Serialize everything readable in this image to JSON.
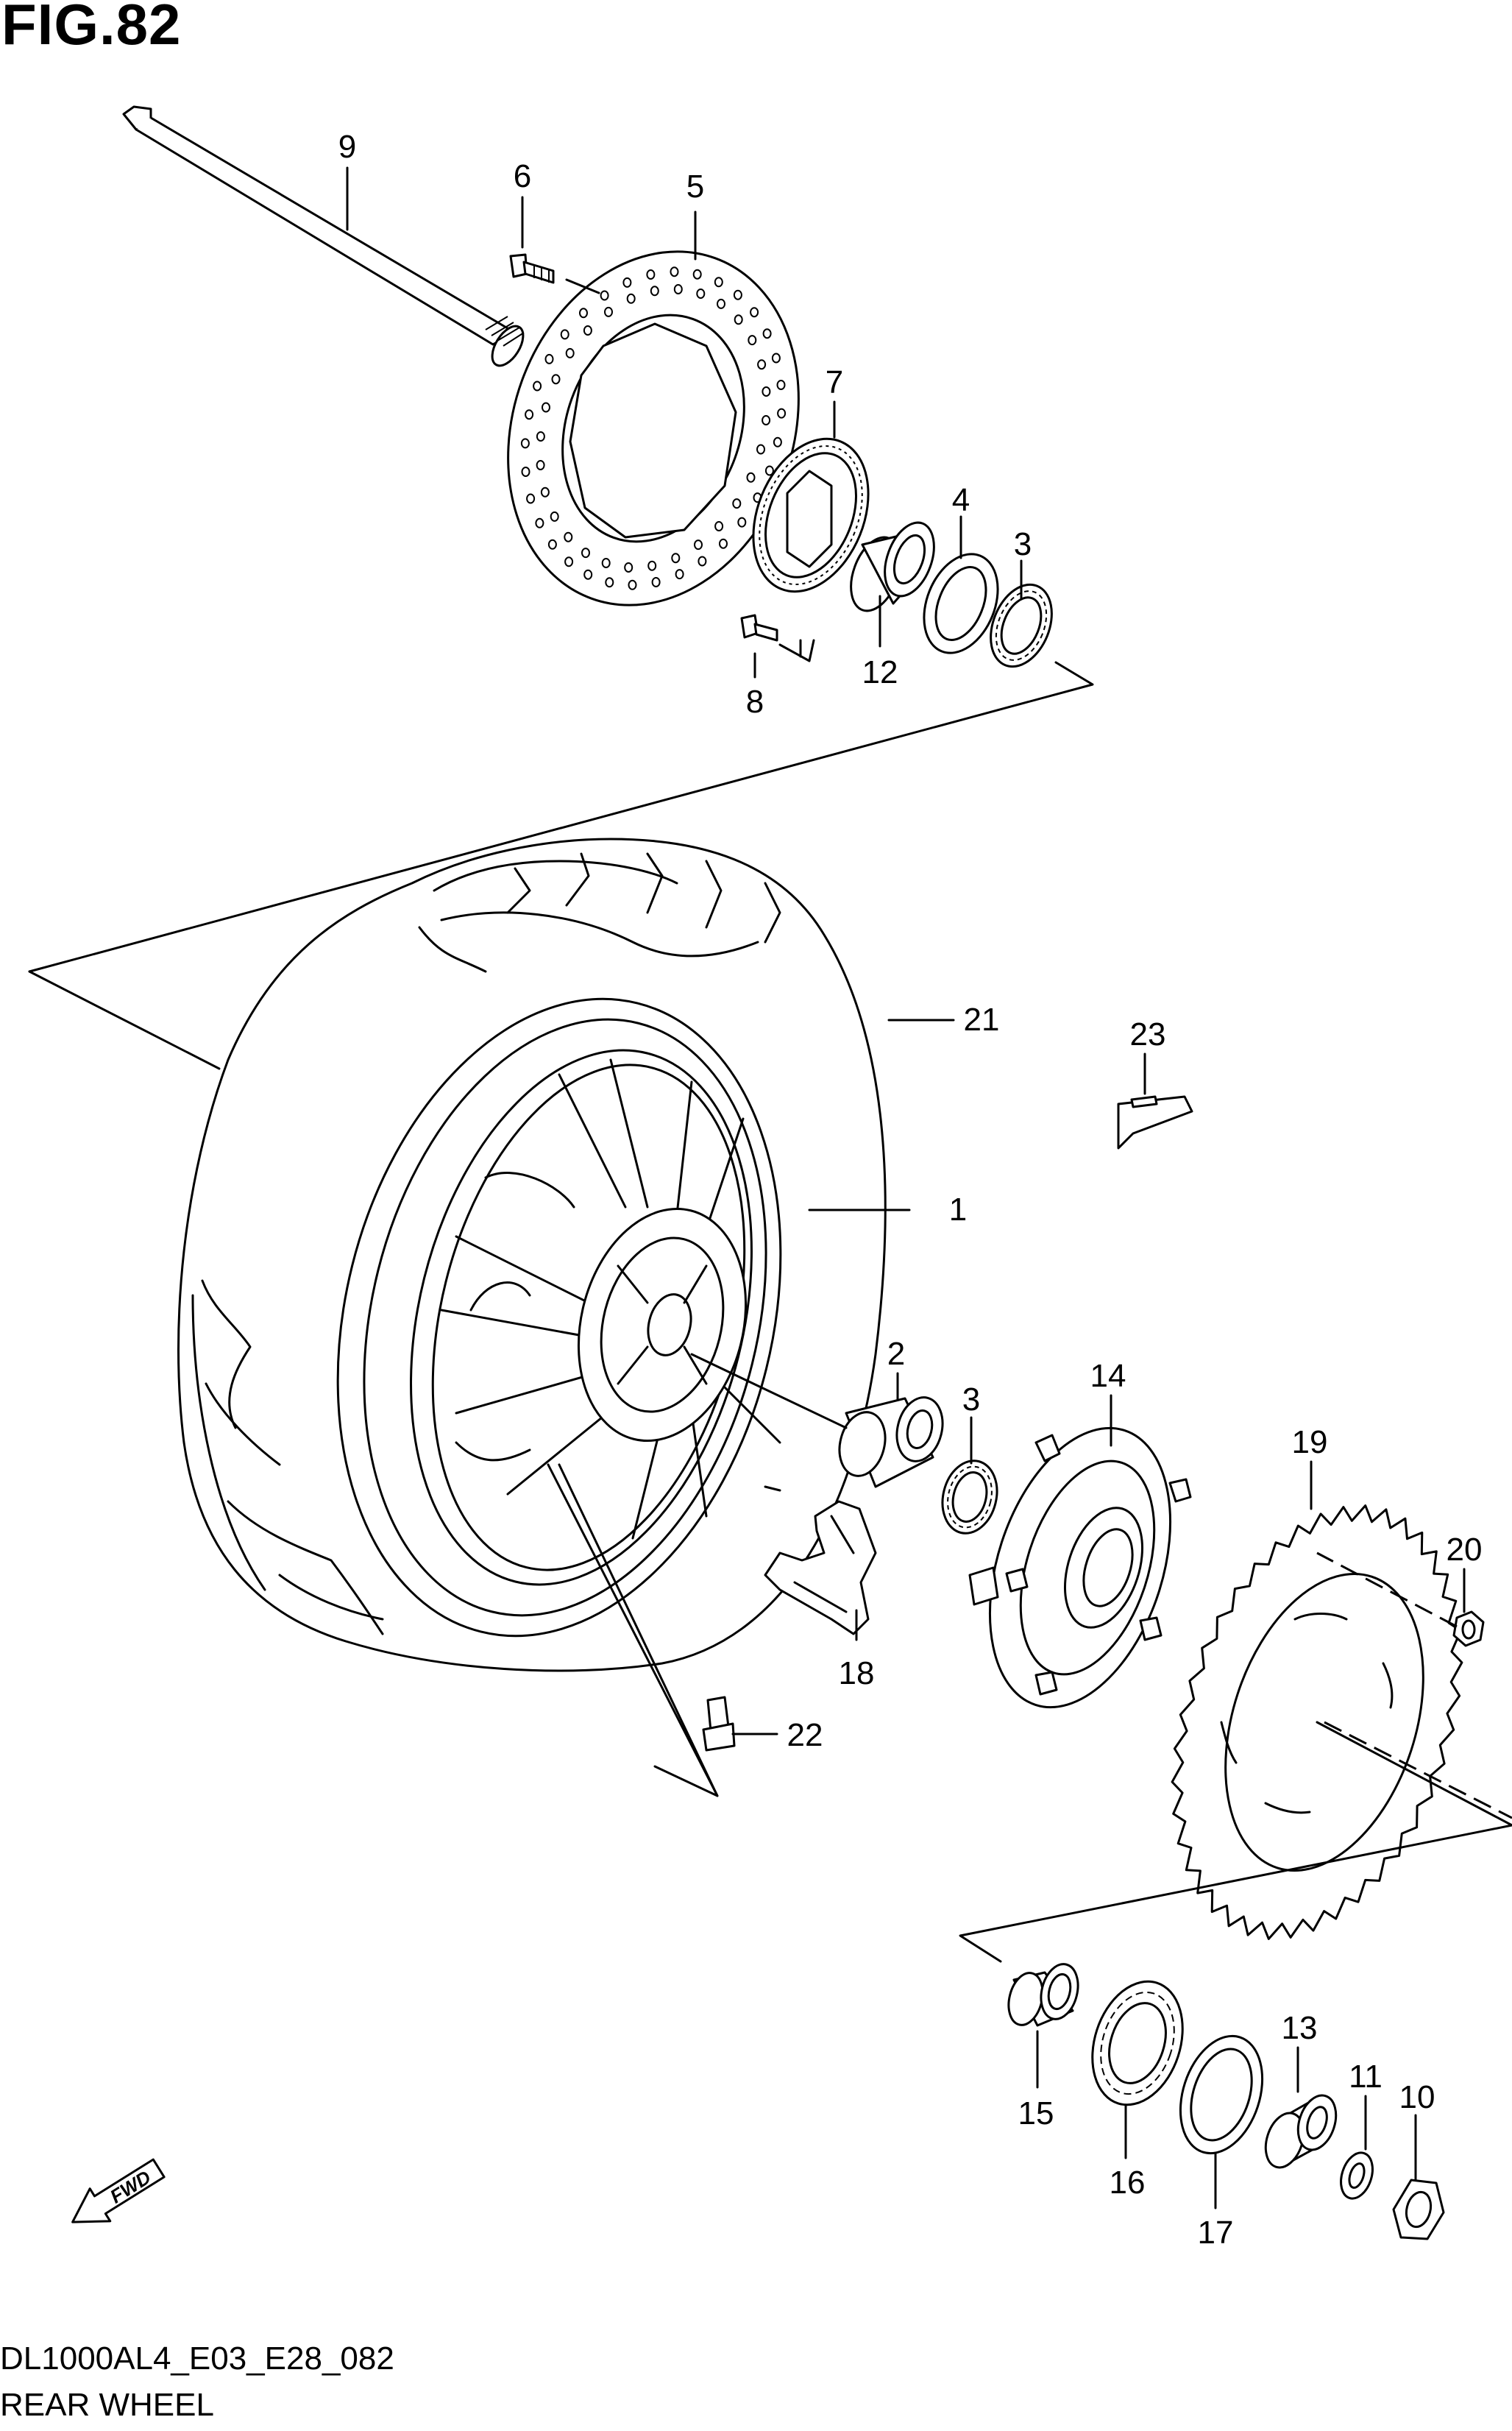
{
  "figure": {
    "title": "FIG.82",
    "code": "DL1000AL4_E03_E28_082",
    "name": "REAR WHEEL"
  },
  "callouts": [
    {
      "id": "c1",
      "text": "1"
    },
    {
      "id": "c2",
      "text": "2"
    },
    {
      "id": "c3a",
      "text": "3"
    },
    {
      "id": "c3b",
      "text": "3"
    },
    {
      "id": "c4",
      "text": "4"
    },
    {
      "id": "c5",
      "text": "5"
    },
    {
      "id": "c6",
      "text": "6"
    },
    {
      "id": "c7",
      "text": "7"
    },
    {
      "id": "c8",
      "text": "8"
    },
    {
      "id": "c9",
      "text": "9"
    },
    {
      "id": "c10",
      "text": "10"
    },
    {
      "id": "c11",
      "text": "11"
    },
    {
      "id": "c12",
      "text": "12"
    },
    {
      "id": "c13",
      "text": "13"
    },
    {
      "id": "c14",
      "text": "14"
    },
    {
      "id": "c15",
      "text": "15"
    },
    {
      "id": "c16",
      "text": "16"
    },
    {
      "id": "c17",
      "text": "17"
    },
    {
      "id": "c18",
      "text": "18"
    },
    {
      "id": "c19",
      "text": "19"
    },
    {
      "id": "c20",
      "text": "20"
    },
    {
      "id": "c21",
      "text": "21"
    },
    {
      "id": "c22",
      "text": "22"
    },
    {
      "id": "c23",
      "text": "23"
    }
  ],
  "direction_badge": {
    "text": "FWD",
    "icon": "forward-arrow-icon"
  }
}
